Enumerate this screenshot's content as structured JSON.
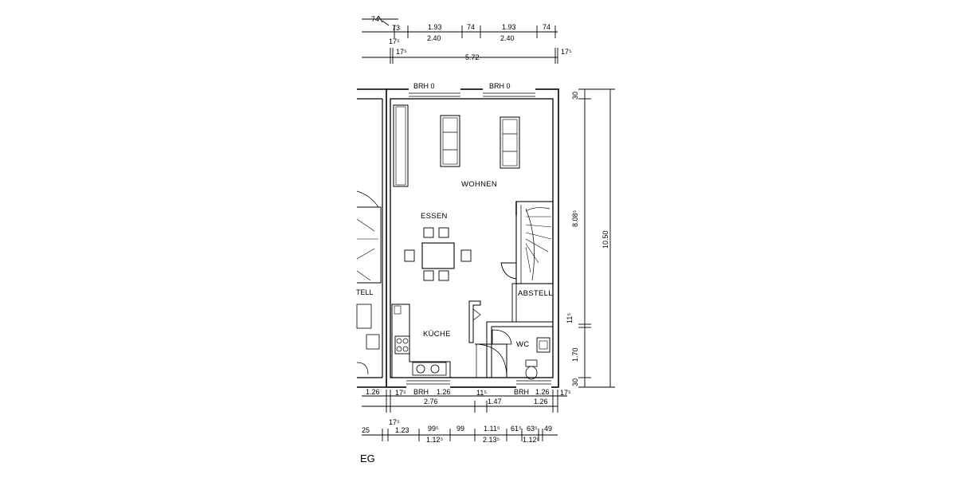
{
  "drawing": {
    "floor_label": "EG",
    "rooms": {
      "wohnen": "WOHNEN",
      "essen": "ESSEN",
      "kueche": "KÜCHE",
      "abstell": "ABSTELL",
      "wc": "WC",
      "neighbor_abstell": "TELL"
    },
    "windows": {
      "top_left": "BRH 0",
      "top_right": "BRH 0",
      "bottom_left": "BRH",
      "bottom_right": "BRH"
    },
    "top_dims": {
      "row1": [
        "74",
        "73",
        "1.93",
        "74",
        "1.93",
        "74"
      ],
      "row2": [
        "17⁵",
        "2.40",
        "2.40"
      ],
      "row3": [
        "17⁵",
        "5.72",
        "17⁵"
      ]
    },
    "right_dims": {
      "inner": [
        "30",
        "8.08⁵",
        "11⁵",
        "1.70",
        "30"
      ],
      "total": "10.50"
    },
    "bottom_dims": {
      "row1": [
        "1.26",
        "17⁵",
        "1.26",
        "11⁵",
        "1.26",
        "17⁵"
      ],
      "row2": [
        "2.76",
        "1.47"
      ],
      "row3": [
        "25",
        "17⁵",
        "1.23",
        "99⁵",
        "99",
        "1.11⁵",
        "61⁵",
        "63⁵",
        "49"
      ],
      "row4": [
        "1.12⁵",
        "2.13⁵",
        "1.12⁵"
      ]
    }
  }
}
